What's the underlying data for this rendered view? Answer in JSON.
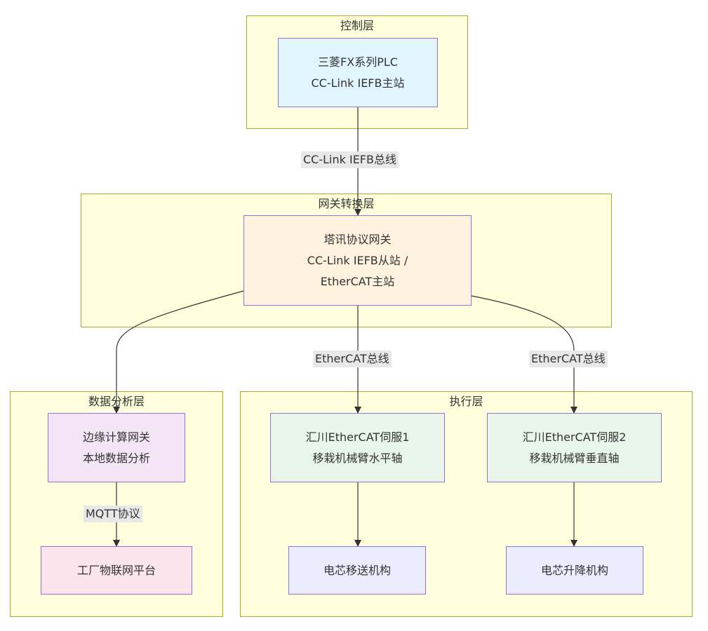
{
  "clusters": {
    "control": {
      "title": "控制层"
    },
    "gateway": {
      "title": "网关转换层"
    },
    "analysis": {
      "title": "数据分析层"
    },
    "execution": {
      "title": "执行层"
    }
  },
  "nodes": {
    "plc": {
      "line1": "三菱FX系列PLC",
      "line2": "CC-Link IEFB主站",
      "fill": "#e1f5fe"
    },
    "gateway": {
      "line1": "塔讯协议网关",
      "line2": "CC-Link IEFB从站 /",
      "line3": "EtherCAT主站",
      "fill": "#fff3e0"
    },
    "edge_compute": {
      "line1": "边缘计算网关",
      "line2": "本地数据分析",
      "fill": "#f3e5f5"
    },
    "iot_platform": {
      "line1": "工厂物联网平台",
      "fill": "#fce4ec"
    },
    "servo1": {
      "line1": "汇川EtherCAT伺服1",
      "line2": "移栽机械臂水平轴",
      "fill": "#e8f5e9"
    },
    "servo2": {
      "line1": "汇川EtherCAT伺服2",
      "line2": "移栽机械臂垂直轴",
      "fill": "#e8f5e9"
    },
    "cell_transfer": {
      "line1": "电芯移送机构",
      "fill": "#ececff"
    },
    "cell_lift": {
      "line1": "电芯升降机构",
      "fill": "#ececff"
    }
  },
  "edge_labels": {
    "cclink_bus": "CC-Link IEFB总线",
    "ethercat_bus_1": "EtherCAT总线",
    "ethercat_bus_2": "EtherCAT总线",
    "mqtt": "MQTT协议"
  },
  "colors": {
    "cluster_fill": "#ffffde",
    "cluster_stroke": "#aaaa33",
    "node_stroke": "#9370db",
    "edge_stroke": "#333333",
    "label_bg": "#e8e8e8"
  }
}
